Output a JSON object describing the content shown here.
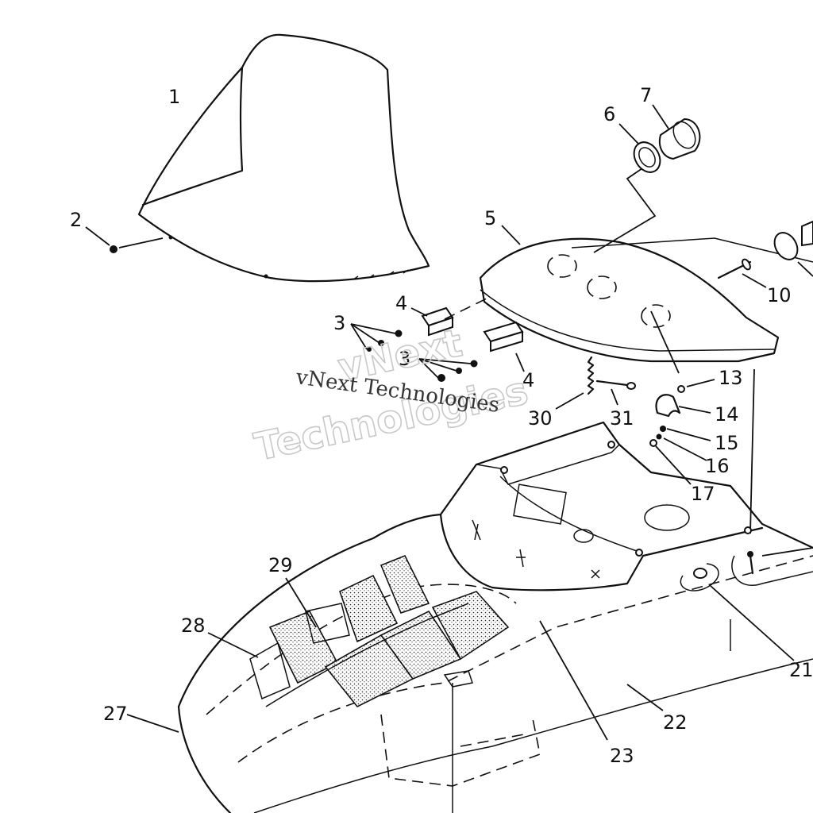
{
  "watermark": {
    "small": "vNext Technologies",
    "large_line1": "vNext",
    "large_line2": "Technologies"
  },
  "callouts": [
    {
      "id": "1",
      "label": "1"
    },
    {
      "id": "2",
      "label": "2"
    },
    {
      "id": "3a",
      "label": "3"
    },
    {
      "id": "3b",
      "label": "3"
    },
    {
      "id": "4a",
      "label": "4"
    },
    {
      "id": "4b",
      "label": "4"
    },
    {
      "id": "5",
      "label": "5"
    },
    {
      "id": "6",
      "label": "6"
    },
    {
      "id": "7",
      "label": "7"
    },
    {
      "id": "10",
      "label": "10"
    },
    {
      "id": "13",
      "label": "13"
    },
    {
      "id": "14",
      "label": "14"
    },
    {
      "id": "15",
      "label": "15"
    },
    {
      "id": "16",
      "label": "16"
    },
    {
      "id": "17",
      "label": "17"
    },
    {
      "id": "21",
      "label": "21"
    },
    {
      "id": "22",
      "label": "22"
    },
    {
      "id": "23",
      "label": "23"
    },
    {
      "id": "27",
      "label": "27"
    },
    {
      "id": "28",
      "label": "28"
    },
    {
      "id": "29",
      "label": "29"
    },
    {
      "id": "30",
      "label": "30"
    },
    {
      "id": "31",
      "label": "31"
    }
  ]
}
